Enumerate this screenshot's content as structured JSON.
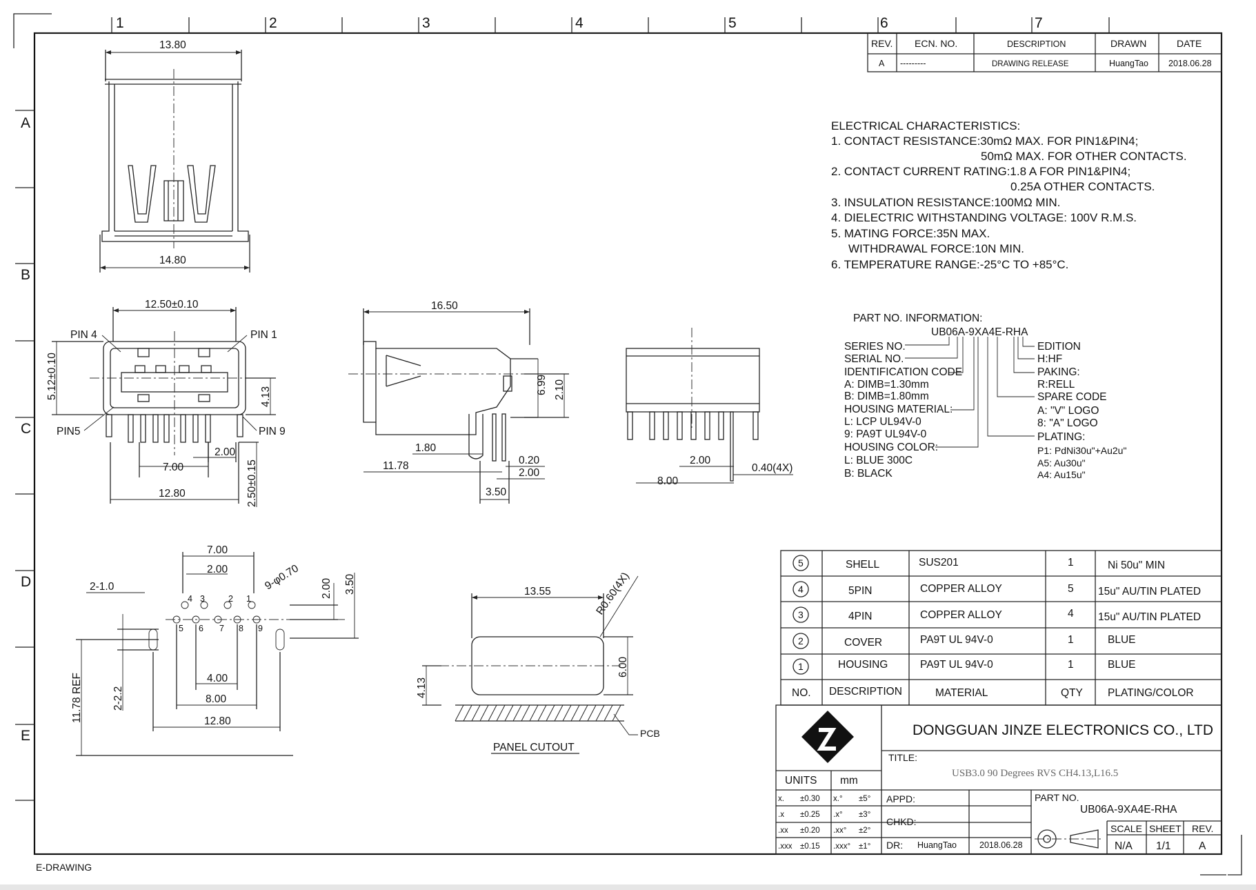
{
  "grid": {
    "columns": [
      "1",
      "2",
      "3",
      "4",
      "5",
      "6",
      "7"
    ],
    "rows": [
      "A",
      "B",
      "C",
      "D",
      "E"
    ]
  },
  "revision_table": {
    "headers": [
      "REV.",
      "ECN. NO.",
      "DESCRIPTION",
      "DRAWN",
      "DATE"
    ],
    "row": [
      "A",
      "---------",
      "DRAWING RELEASE",
      "HuangTao",
      "2018.06.28"
    ]
  },
  "electrical": {
    "title": "ELECTRICAL CHARACTERISTICS:",
    "lines": [
      "1. CONTACT RESISTANCE:30mΩ MAX. FOR PIN1&PIN4;",
      "50mΩ MAX. FOR OTHER CONTACTS.",
      "2. CONTACT CURRENT RATING:1.8 A FOR PIN1&PIN4;",
      "0.25A OTHER CONTACTS.",
      "3. INSULATION RESISTANCE:100MΩ MIN.",
      "4. DIELECTRIC WITHSTANDING VOLTAGE: 100V R.M.S.",
      "5. MATING FORCE:35N MAX.",
      "WITHDRAWAL FORCE:10N MIN.",
      "6. TEMPERATURE RANGE:-25°C TO +85°C."
    ]
  },
  "part_info": {
    "title": "PART NO. INFORMATION:",
    "code": "UB06A-9XA4E-RHA",
    "left": [
      "SERIES NO.",
      "SERIAL NO.",
      "IDENTIFICATION CODE",
      "A: DIMB=1.30mm",
      "B: DIMB=1.80mm",
      "HOUSING MATERIAL:",
      "L: LCP UL94V-0",
      "9: PA9T UL94V-0",
      "HOUSING COLOR:",
      "L: BLUE 300C",
      "B: BLACK"
    ],
    "right": [
      "EDITION",
      "H:HF",
      "PAKING:",
      "R:RELL",
      "SPARE CODE",
      "A: \"V\" LOGO",
      "8: \"A\" LOGO",
      "PLATING:",
      "P1: PdNi30u\"+Au2u\"",
      "A5: Au30u\"",
      "A4: Au15u\""
    ]
  },
  "bom": {
    "rows": [
      {
        "no": "5",
        "desc": "SHELL",
        "material": "SUS201",
        "qty": "1",
        "plating": "Ni 50u\" MIN"
      },
      {
        "no": "4",
        "desc": "5PIN",
        "material": "COPPER ALLOY",
        "qty": "5",
        "plating": "15u\" AU/TIN PLATED"
      },
      {
        "no": "3",
        "desc": "4PIN",
        "material": "COPPER ALLOY",
        "qty": "4",
        "plating": "15u\" AU/TIN PLATED"
      },
      {
        "no": "2",
        "desc": "COVER",
        "material": "PA9T UL 94V-0",
        "qty": "1",
        "plating": "BLUE"
      },
      {
        "no": "1",
        "desc": "HOUSING",
        "material": "PA9T UL 94V-0",
        "qty": "1",
        "plating": "BLUE"
      }
    ],
    "headers": [
      "NO.",
      "DESCRIPTION",
      "MATERIAL",
      "QTY",
      "PLATING/COLOR"
    ]
  },
  "title_block": {
    "company": "DONGGUAN JINZE ELECTRONICS CO., LTD",
    "title_label": "TITLE:",
    "title": "USB3.0 90 Degrees RVS CH4.13,L16.5",
    "units_label": "UNITS",
    "units": "mm",
    "tolerances": [
      [
        "x.",
        "±0.30",
        "x.°",
        "±5°"
      ],
      [
        ".x",
        "±0.25",
        ".x°",
        "±3°"
      ],
      [
        ".xx",
        "±0.20",
        ".xx°",
        "±2°"
      ],
      [
        ".xxx",
        "±0.15",
        ".xxx°",
        "±1°"
      ]
    ],
    "appd": "APPD:",
    "chkd": "CHKD:",
    "dr": "DR:",
    "dr_name": "HuangTao",
    "dr_date": "2018.06.28",
    "part_no_label": "PART NO.",
    "part_no": "UB06A-9XA4E-RHA",
    "scale_label": "SCALE",
    "sheet_label": "SHEET",
    "rev_label": "REV.",
    "scale": "N/A",
    "sheet": "1/1",
    "rev": "A"
  },
  "views": {
    "top": {
      "dim_top": "13.80",
      "dim_bottom": "14.80"
    },
    "front": {
      "dim_width": "12.50±0.10",
      "pin4": "PIN 4",
      "pin1": "PIN 1",
      "pin5": "PIN5",
      "pin9": "PIN 9",
      "dim_height": "5.12±0.10",
      "dim_413": "4.13",
      "dim_200": "2.00",
      "dim_700": "7.00",
      "dim_1280": "12.80",
      "dim_250": "2.50±0.15"
    },
    "side": {
      "dim_1650": "16.50",
      "dim_699": "6.99",
      "dim_210": "2.10",
      "dim_180": "1.80",
      "dim_1178": "11.78",
      "dim_020": "0.20",
      "dim_200": "2.00",
      "dim_350": "3.50"
    },
    "rear": {
      "dim_200": "2.00",
      "dim_800": "8.00",
      "dim_040": "0.40(4X)"
    },
    "footprint": {
      "dim_700": "7.00",
      "dim_200": "2.00",
      "dim_21": "2-1.0",
      "dim_holes": "9-φ0.70",
      "dim_200v": "2.00",
      "dim_350v": "3.50",
      "dim_400": "4.00",
      "dim_800": "8.00",
      "dim_1280": "12.80",
      "dim_22": "2-2.2",
      "dim_1178": "11.78 REF",
      "pins_top": [
        "4",
        "3",
        "2",
        "1"
      ],
      "pins_bottom": [
        "5",
        "6",
        "7",
        "8",
        "9"
      ]
    },
    "panel": {
      "dim_1355": "13.55",
      "dim_r": "R0.60(4X)",
      "dim_600": "6.00",
      "dim_413": "4.13",
      "pcb": "PCB",
      "label": "PANEL CUTOUT"
    }
  },
  "footer": "E-DRAWING"
}
